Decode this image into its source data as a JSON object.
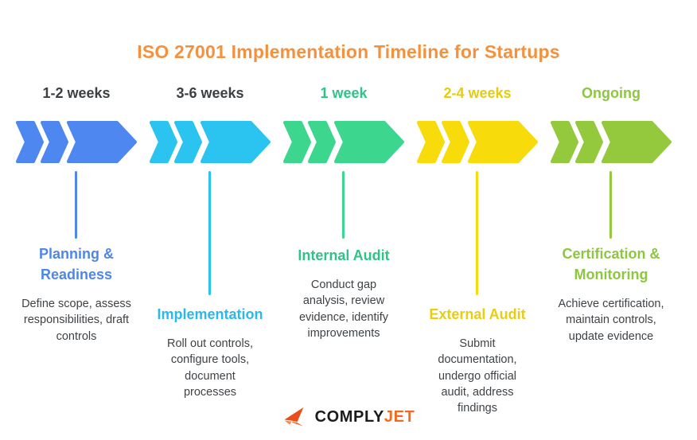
{
  "title": {
    "text": "ISO 27001 Implementation Timeline for Startups",
    "color": "#F5913E"
  },
  "stages": [
    {
      "duration": "1-2 weeks",
      "duration_color": "#3C4043",
      "accent": "#4E87F0",
      "title_color": "#4E86EC",
      "title": [
        "Planning &",
        "Readiness"
      ],
      "description": [
        "Define scope, assess",
        "responsibilities, draft",
        "controls"
      ]
    },
    {
      "duration": "3-6 weeks",
      "duration_color": "#3C4043",
      "accent": "#2BC3F0",
      "title_color": "#29B9EC",
      "title": [
        "Implementation"
      ],
      "description": [
        "Roll out controls,",
        "configure tools,",
        "document",
        "processes"
      ]
    },
    {
      "duration": "1 week",
      "duration_color": "#2EC487",
      "accent": "#3DD68F",
      "title_color": "#2EC487",
      "title": [
        "Internal Audit"
      ],
      "description": [
        "Conduct gap",
        "analysis, review",
        "evidence, identify",
        "improvements"
      ]
    },
    {
      "duration": "2-4 weeks",
      "duration_color": "#E5CD0E",
      "accent": "#F7DB0B",
      "title_color": "#E8CE10",
      "title": [
        "External Audit"
      ],
      "description": [
        "Submit",
        "documentation,",
        "undergo official",
        "audit, address",
        "findings"
      ]
    },
    {
      "duration": "Ongoing",
      "duration_color": "#8DC63F",
      "accent": "#94C93D",
      "title_color": "#8DC63F",
      "title": [
        "Certification &",
        "Monitoring"
      ],
      "description": [
        "Achieve certification,",
        "maintain controls,",
        "update evidence"
      ]
    }
  ],
  "logo": {
    "icon": "paper-plane-icon",
    "brand_left": "COMPLY",
    "brand_left_color": "#1B1B1B",
    "brand_right": "JET",
    "brand_right_color": "#F2691F"
  },
  "text_color": "#3E4347"
}
